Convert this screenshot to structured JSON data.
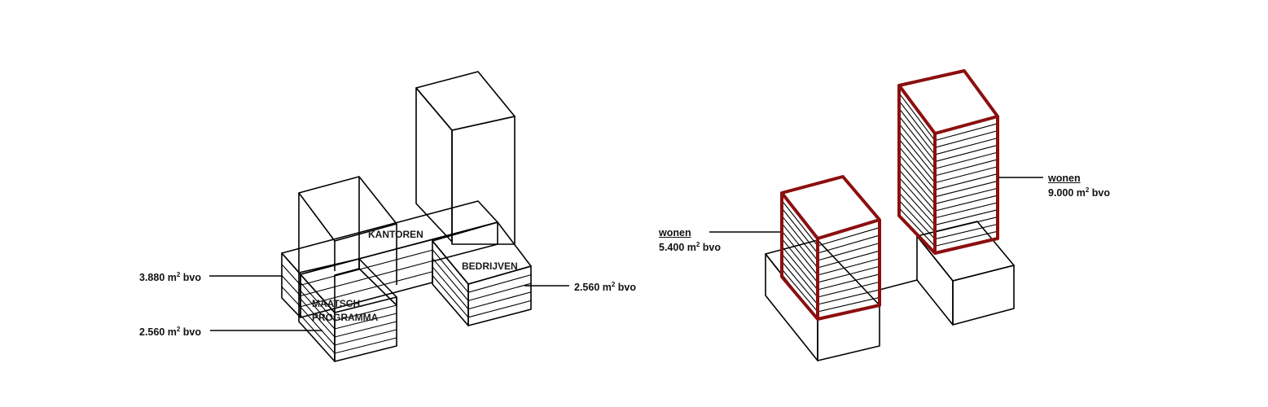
{
  "colors": {
    "kantoren": "#0b7774",
    "bedrijven": "#454373",
    "maatsch": "#5a8a2c",
    "wonen_light": "#f9ea9c",
    "wonen_mid": "#fbc095",
    "wonen_top": "#fba3a3",
    "outline_red": "#8b0f0f"
  },
  "left": {
    "volumes": {
      "kantoren": "KANTOREN",
      "bedrijven": "BEDRIJVEN",
      "maatsch_1": "MAATSCH.",
      "maatsch_2": "PROGRAMMA"
    },
    "labels": {
      "kantoren": {
        "num": "3.880 m",
        "sup": "2",
        "unit": " bvo"
      },
      "maatsch": {
        "num": "2.560 m",
        "sup": "2",
        "unit": " bvo"
      },
      "bedrijven": {
        "num": "2.560 m",
        "sup": "2",
        "unit": " bvo"
      }
    }
  },
  "right": {
    "labels": {
      "low": {
        "title": "wonen",
        "num": "5.400 m",
        "sup": "2",
        "unit": " bvo"
      },
      "tall": {
        "title": "wonen",
        "num": "9.000 m",
        "sup": "2",
        "unit": " bvo"
      }
    }
  }
}
